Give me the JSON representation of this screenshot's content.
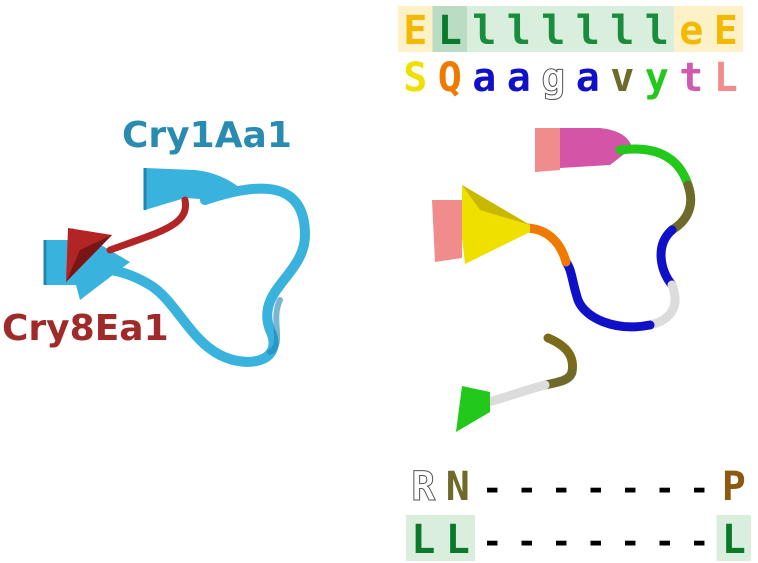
{
  "labels": {
    "cry1aa1": {
      "text": "Cry1Aa1",
      "color": "#2a8bb0"
    },
    "cry8ea1": {
      "text": "Cry8Ea1",
      "color": "#a02a2a"
    }
  },
  "colors": {
    "ribbon_blue": "#39b2de",
    "ribbon_blue_dark": "#1f86b1",
    "ribbon_red": "#b32424",
    "ribbon_red_dark": "#7a1515",
    "E": "#f5b800",
    "L": "#0a7a2a",
    "l": "#1a8c3d",
    "e": "#f5b800",
    "S": "#f0e000",
    "Q": "#f07a00",
    "a": "#1010c8",
    "g": "#ffffff",
    "v": "#6e6a2a",
    "y": "#22c81a",
    "t": "#d05ab0",
    "Lpink": "#f08c8c",
    "R": "#ffffff",
    "N": "#6e6a2a",
    "P": "#8a5a10",
    "bg_green": "#d9eedd",
    "bg_green_dark": "#b9dcc2",
    "bg_yellow": "#fdf1c8",
    "gap": "#000000",
    "white_stroke": "#555555"
  },
  "alignment_top": {
    "row1": [
      "E",
      "L",
      "l",
      "l",
      "l",
      "l",
      "l",
      "l",
      "e",
      "E"
    ],
    "row2": [
      "S",
      "Q",
      "a",
      "a",
      "g",
      "a",
      "v",
      "y",
      "t",
      "L"
    ]
  },
  "alignment_bottom": {
    "row1": [
      "R",
      "N",
      "-",
      "-",
      "-",
      "-",
      "-",
      "-",
      "-",
      "P"
    ],
    "row2": [
      "L",
      "L",
      "-",
      "-",
      "-",
      "-",
      "-",
      "-",
      "-",
      "L"
    ]
  }
}
